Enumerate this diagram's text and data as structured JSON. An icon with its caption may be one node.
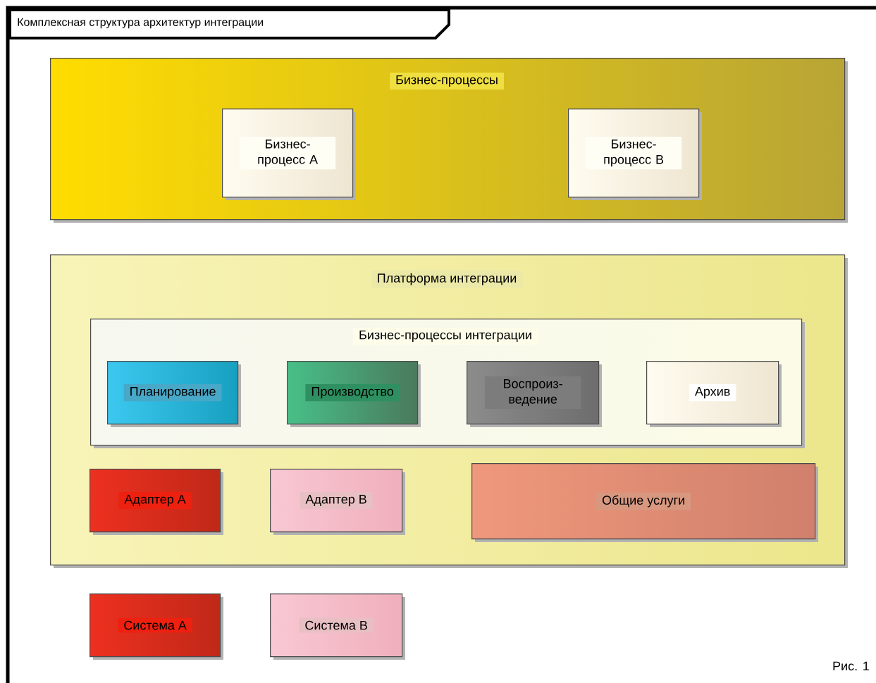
{
  "diagram": {
    "title": "Комплексная структура архитектур интеграции",
    "caption": "Рис. 1",
    "nodes": [
      {
        "text": [
          "Бизнес-процессы"
        ]
      },
      {
        "text": [
          "Бизнес- процесс А"
        ],
        "in": 0
      },
      {
        "text": [
          "Бизнес- процесс B"
        ],
        "in": 0
      },
      {
        "text": [
          "Платформа интеграции"
        ]
      },
      {
        "text": [
          "Бизнес-процессы интеграции"
        ],
        "in": 3
      },
      {
        "text": [
          "Планирование"
        ],
        "in": 4
      },
      {
        "text": [
          "Производство"
        ],
        "in": 4
      },
      {
        "text": [
          "Воспроиз- ведение"
        ],
        "in": 4
      },
      {
        "text": [
          "Архив"
        ],
        "in": 4
      },
      {
        "text": [
          "Адаптер А"
        ],
        "in": 3
      },
      {
        "text": [
          "Адаптер B"
        ],
        "in": 3
      },
      {
        "text": [
          "Общие услуги"
        ],
        "in": 3
      },
      {
        "text": [
          "Система А"
        ]
      },
      {
        "text": [
          "Система B"
        ]
      }
    ]
  }
}
